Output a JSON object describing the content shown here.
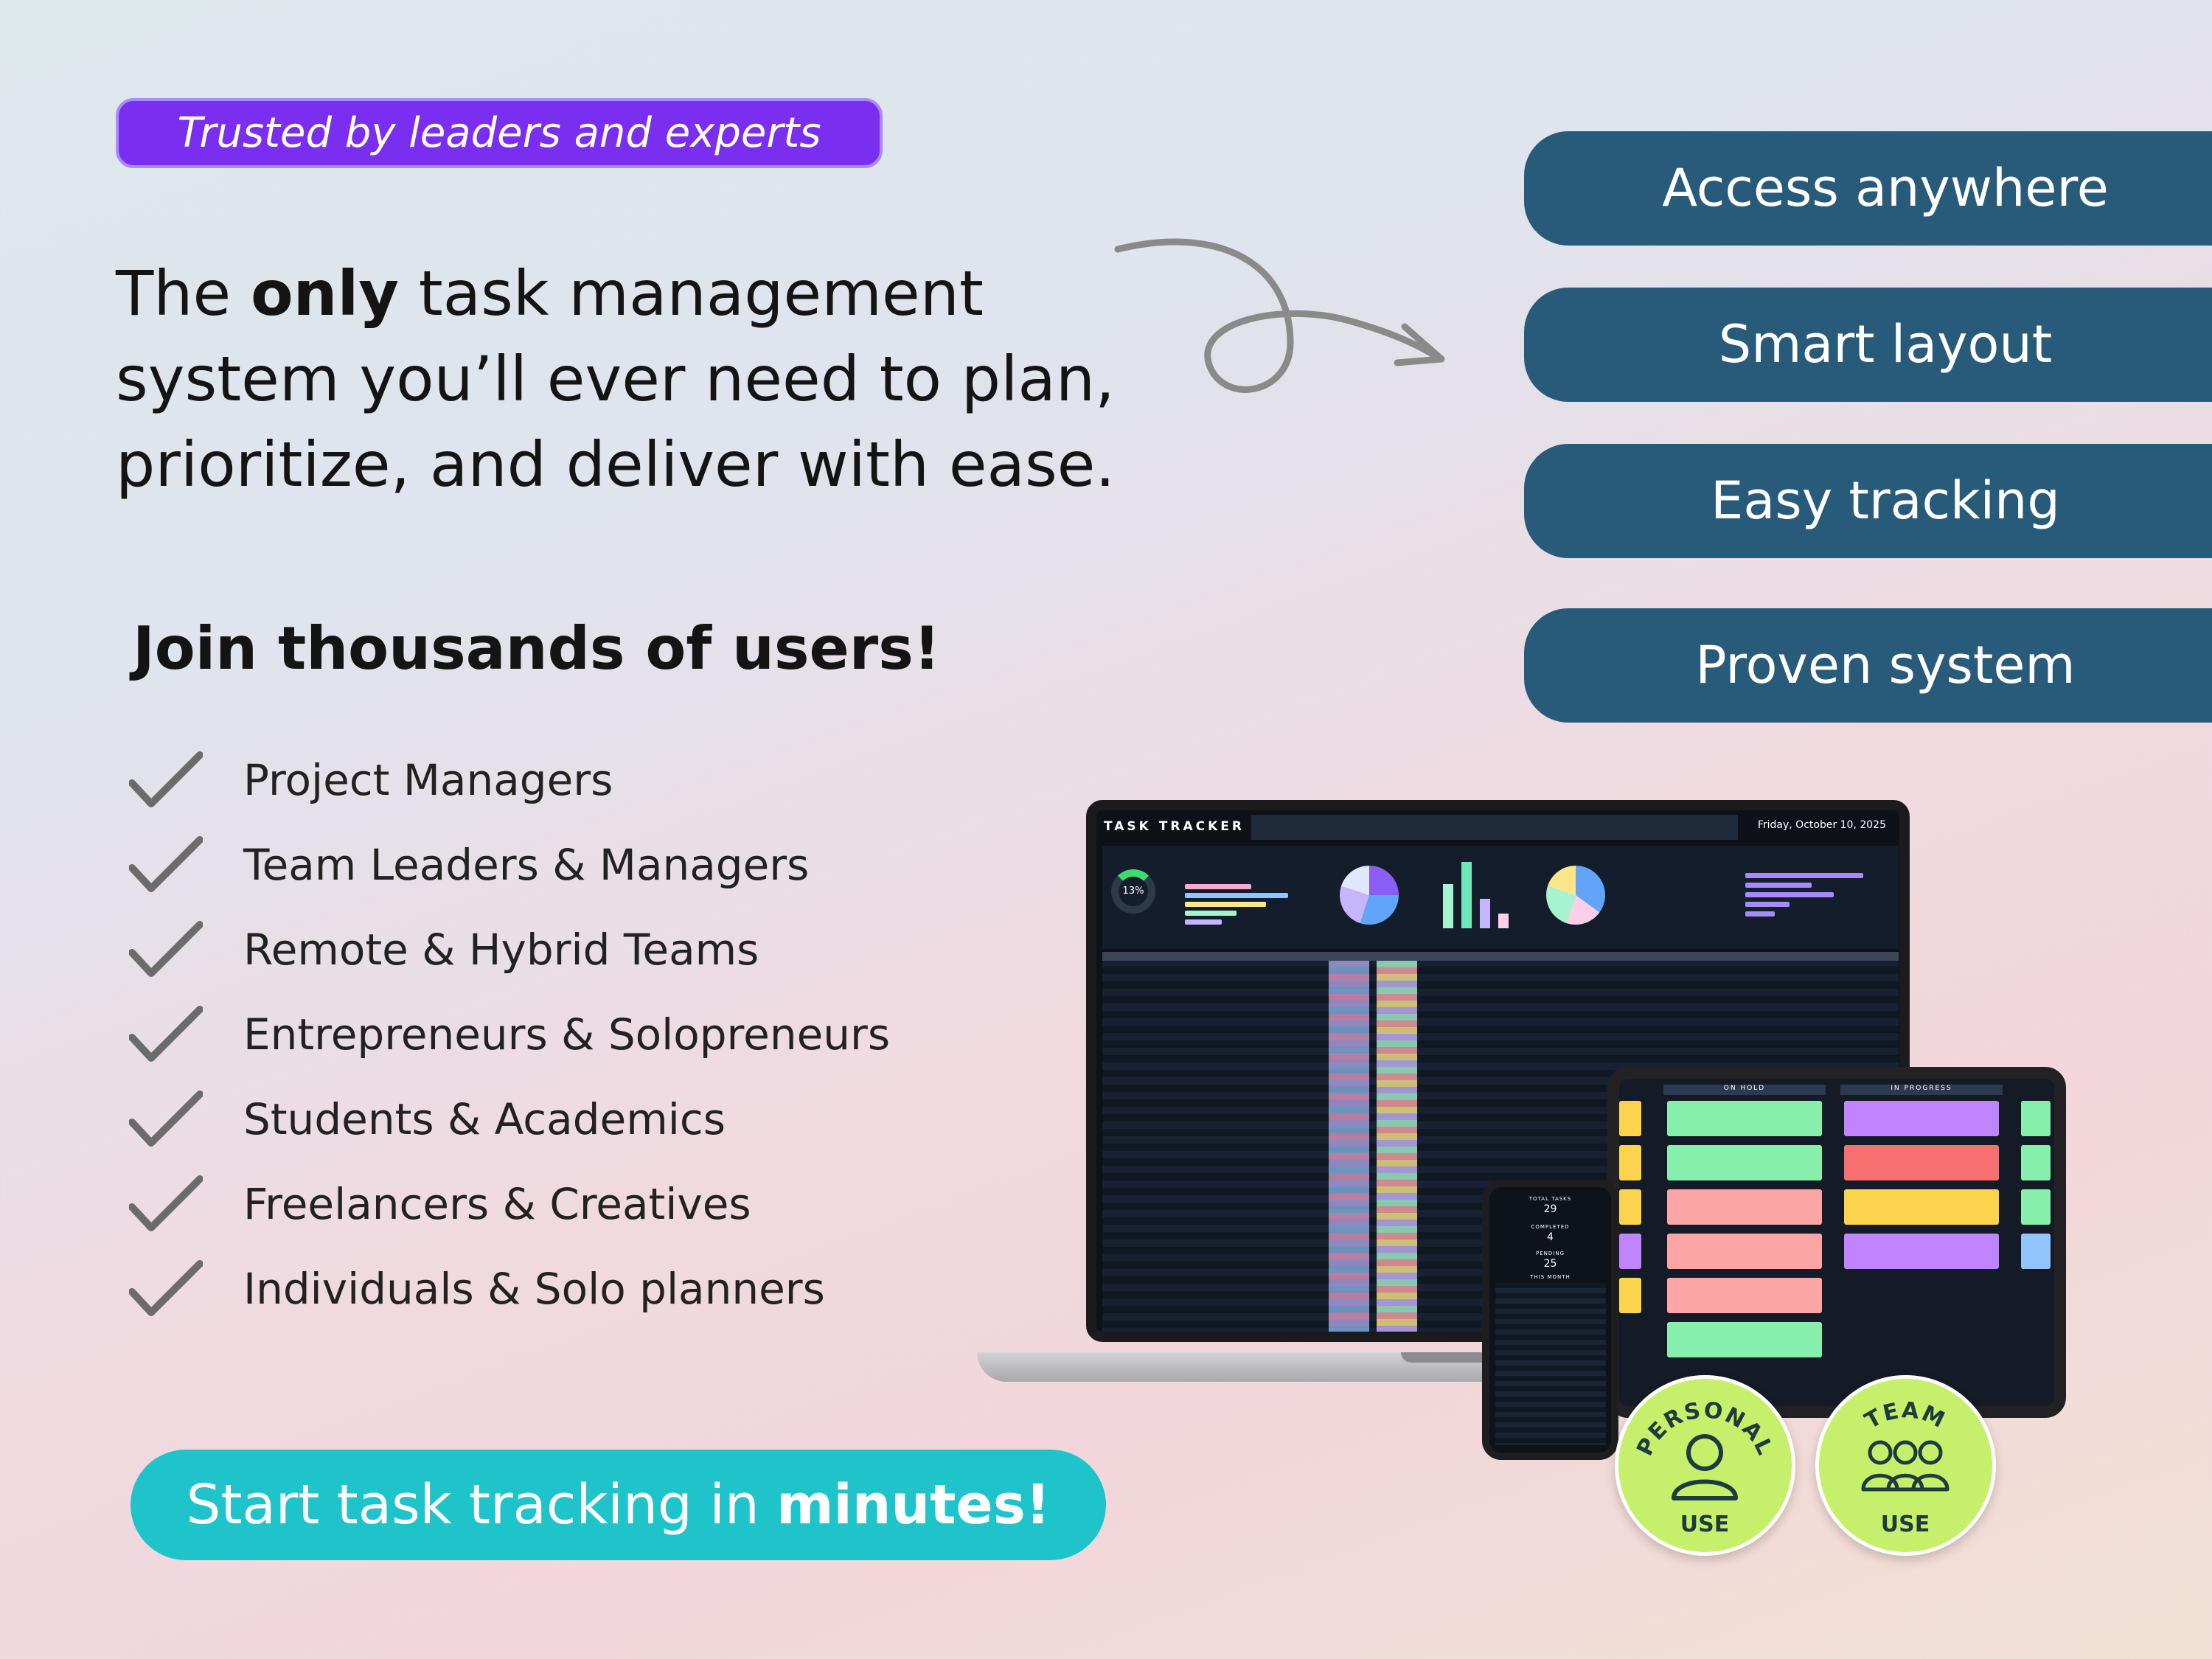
{
  "badge_top": {
    "label": "Trusted by leaders and experts"
  },
  "headline": {
    "part1": "The ",
    "bold": "only",
    "part2": " task management system you’ll ever need to plan, prioritize, and deliver with ease."
  },
  "join": {
    "title": "Join thousands of users!"
  },
  "users": [
    "Project Managers",
    "Team Leaders & Managers",
    "Remote & Hybrid Teams",
    "Entrepreneurs & Solopreneurs",
    "Students & Academics",
    "Freelancers & Creatives",
    "Individuals & Solo planners"
  ],
  "cta": {
    "part1": "Start task tracking in ",
    "bold": "minutes!"
  },
  "features": [
    "Access anywhere",
    "Smart layout",
    "Easy tracking",
    "Proven system"
  ],
  "laptop": {
    "title": "TASK TRACKER",
    "date": "Friday, October 10, 2025",
    "progress": "13%"
  },
  "tablet": {
    "col1": "ON HOLD",
    "col2": "IN PROGRESS"
  },
  "phone": {
    "total_label": "TOTAL TASKS",
    "total": "29",
    "completed_label": "COMPLETED",
    "completed": "4",
    "pending_label": "PENDING",
    "pending": "25",
    "list_title": "THIS MONTH"
  },
  "badges": {
    "personal_top": "PERSONAL",
    "personal_bottom": "USE",
    "team_top": "TEAM",
    "team_bottom": "USE"
  },
  "colors": {
    "purple_pill": "#7a2ef0",
    "feature_pill": "#285a79",
    "cta": "#1fc4cb",
    "badge": "#c6f06b"
  },
  "icons": [
    "check-icon",
    "curved-arrow-icon",
    "person-icon",
    "group-icon"
  ]
}
